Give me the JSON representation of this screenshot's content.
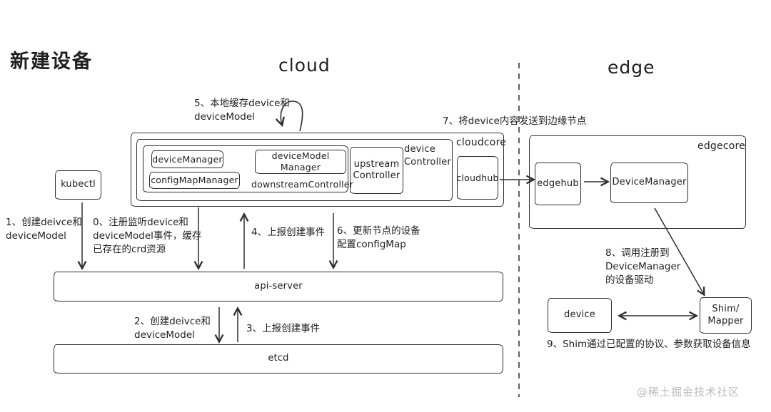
{
  "page": {
    "title": "新建设备",
    "cloud_label": "cloud",
    "edge_label": "edge",
    "watermark": "@稀土掘金技术社区"
  },
  "colors": {
    "ink": "#2e2e2e",
    "watermark_gray": "#bcbcbc",
    "background": "#ffffff"
  },
  "boxes": {
    "kubectl": "kubectl",
    "cloudcore_label": "cloudcore",
    "device_controller_label": "device\nController",
    "upstream_controller": "upstream\nController",
    "downstream_controller_label": "downstreamController",
    "device_manager": "deviceManager",
    "configmap_manager": "configMapManager",
    "devicemodel_manager": "deviceModel\nManager",
    "cloudhub": "cloudhub",
    "edgecore_label": "edgecore",
    "edgehub": "edgehub",
    "edge_device_manager": "DeviceManager",
    "api_server": "api-server",
    "etcd": "etcd",
    "device": "device",
    "shim_mapper": "Shim/\nMapper"
  },
  "annotations": {
    "step0": "0、注册监听device和\ndeviceModel事件，缓存\n已存在的crd资源",
    "step1": "1、创建deivce和\ndeviceModel",
    "step2": "2、创建deivce和\ndeviceModel",
    "step3": "3、上报创建事件",
    "step4": "4、上报创建事件",
    "step5": "5、本地缓存device和\ndeviceModel",
    "step6": "6、更新节点的设备\n配置configMap",
    "step7": "7、将device内容发送到边缘节点",
    "step8": "8、调用注册到\nDeviceManager\n的设备驱动",
    "step9": "9、Shim通过已配置的协议、参数获取设备信息"
  }
}
